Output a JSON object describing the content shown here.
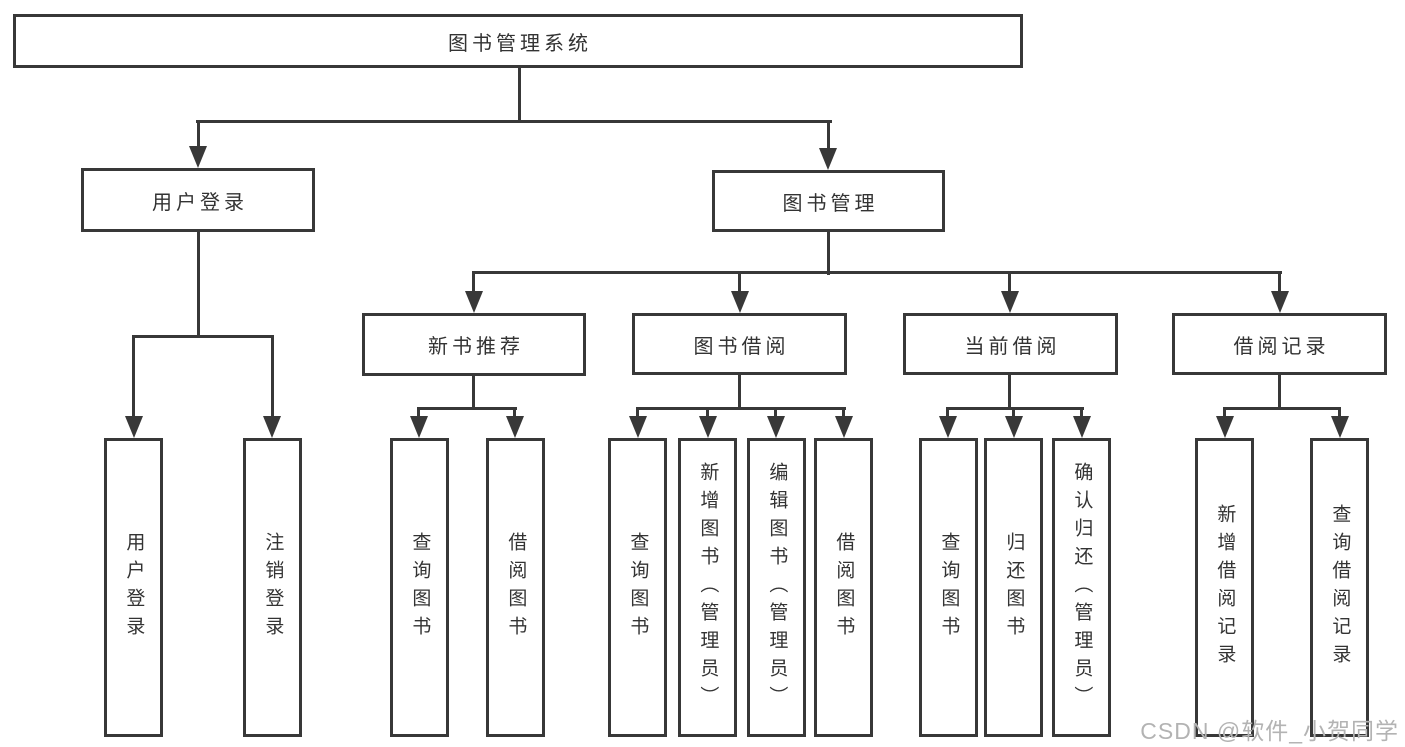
{
  "watermark": "CSDN @软件_小贺同学",
  "colors": {
    "line": "#383838",
    "box_border": "#383838",
    "text": "#333333",
    "watermark": "#b3b3b3",
    "background": "#ffffff"
  },
  "tree": {
    "root": "图书管理系统",
    "children": [
      {
        "label": "用户登录",
        "leaves": [
          "用户登录",
          "注销登录"
        ]
      },
      {
        "label": "图书管理",
        "children": [
          {
            "label": "新书推荐",
            "leaves": [
              "查询图书",
              "借阅图书"
            ]
          },
          {
            "label": "图书借阅",
            "leaves": [
              "查询图书",
              "新增图书（管理员）",
              "编辑图书（管理员）",
              "借阅图书"
            ]
          },
          {
            "label": "当前借阅",
            "leaves": [
              "查询图书",
              "归还图书",
              "确认归还（管理员）"
            ]
          },
          {
            "label": "借阅记录",
            "leaves": [
              "新增借阅记录",
              "查询借阅记录"
            ]
          }
        ]
      }
    ]
  }
}
